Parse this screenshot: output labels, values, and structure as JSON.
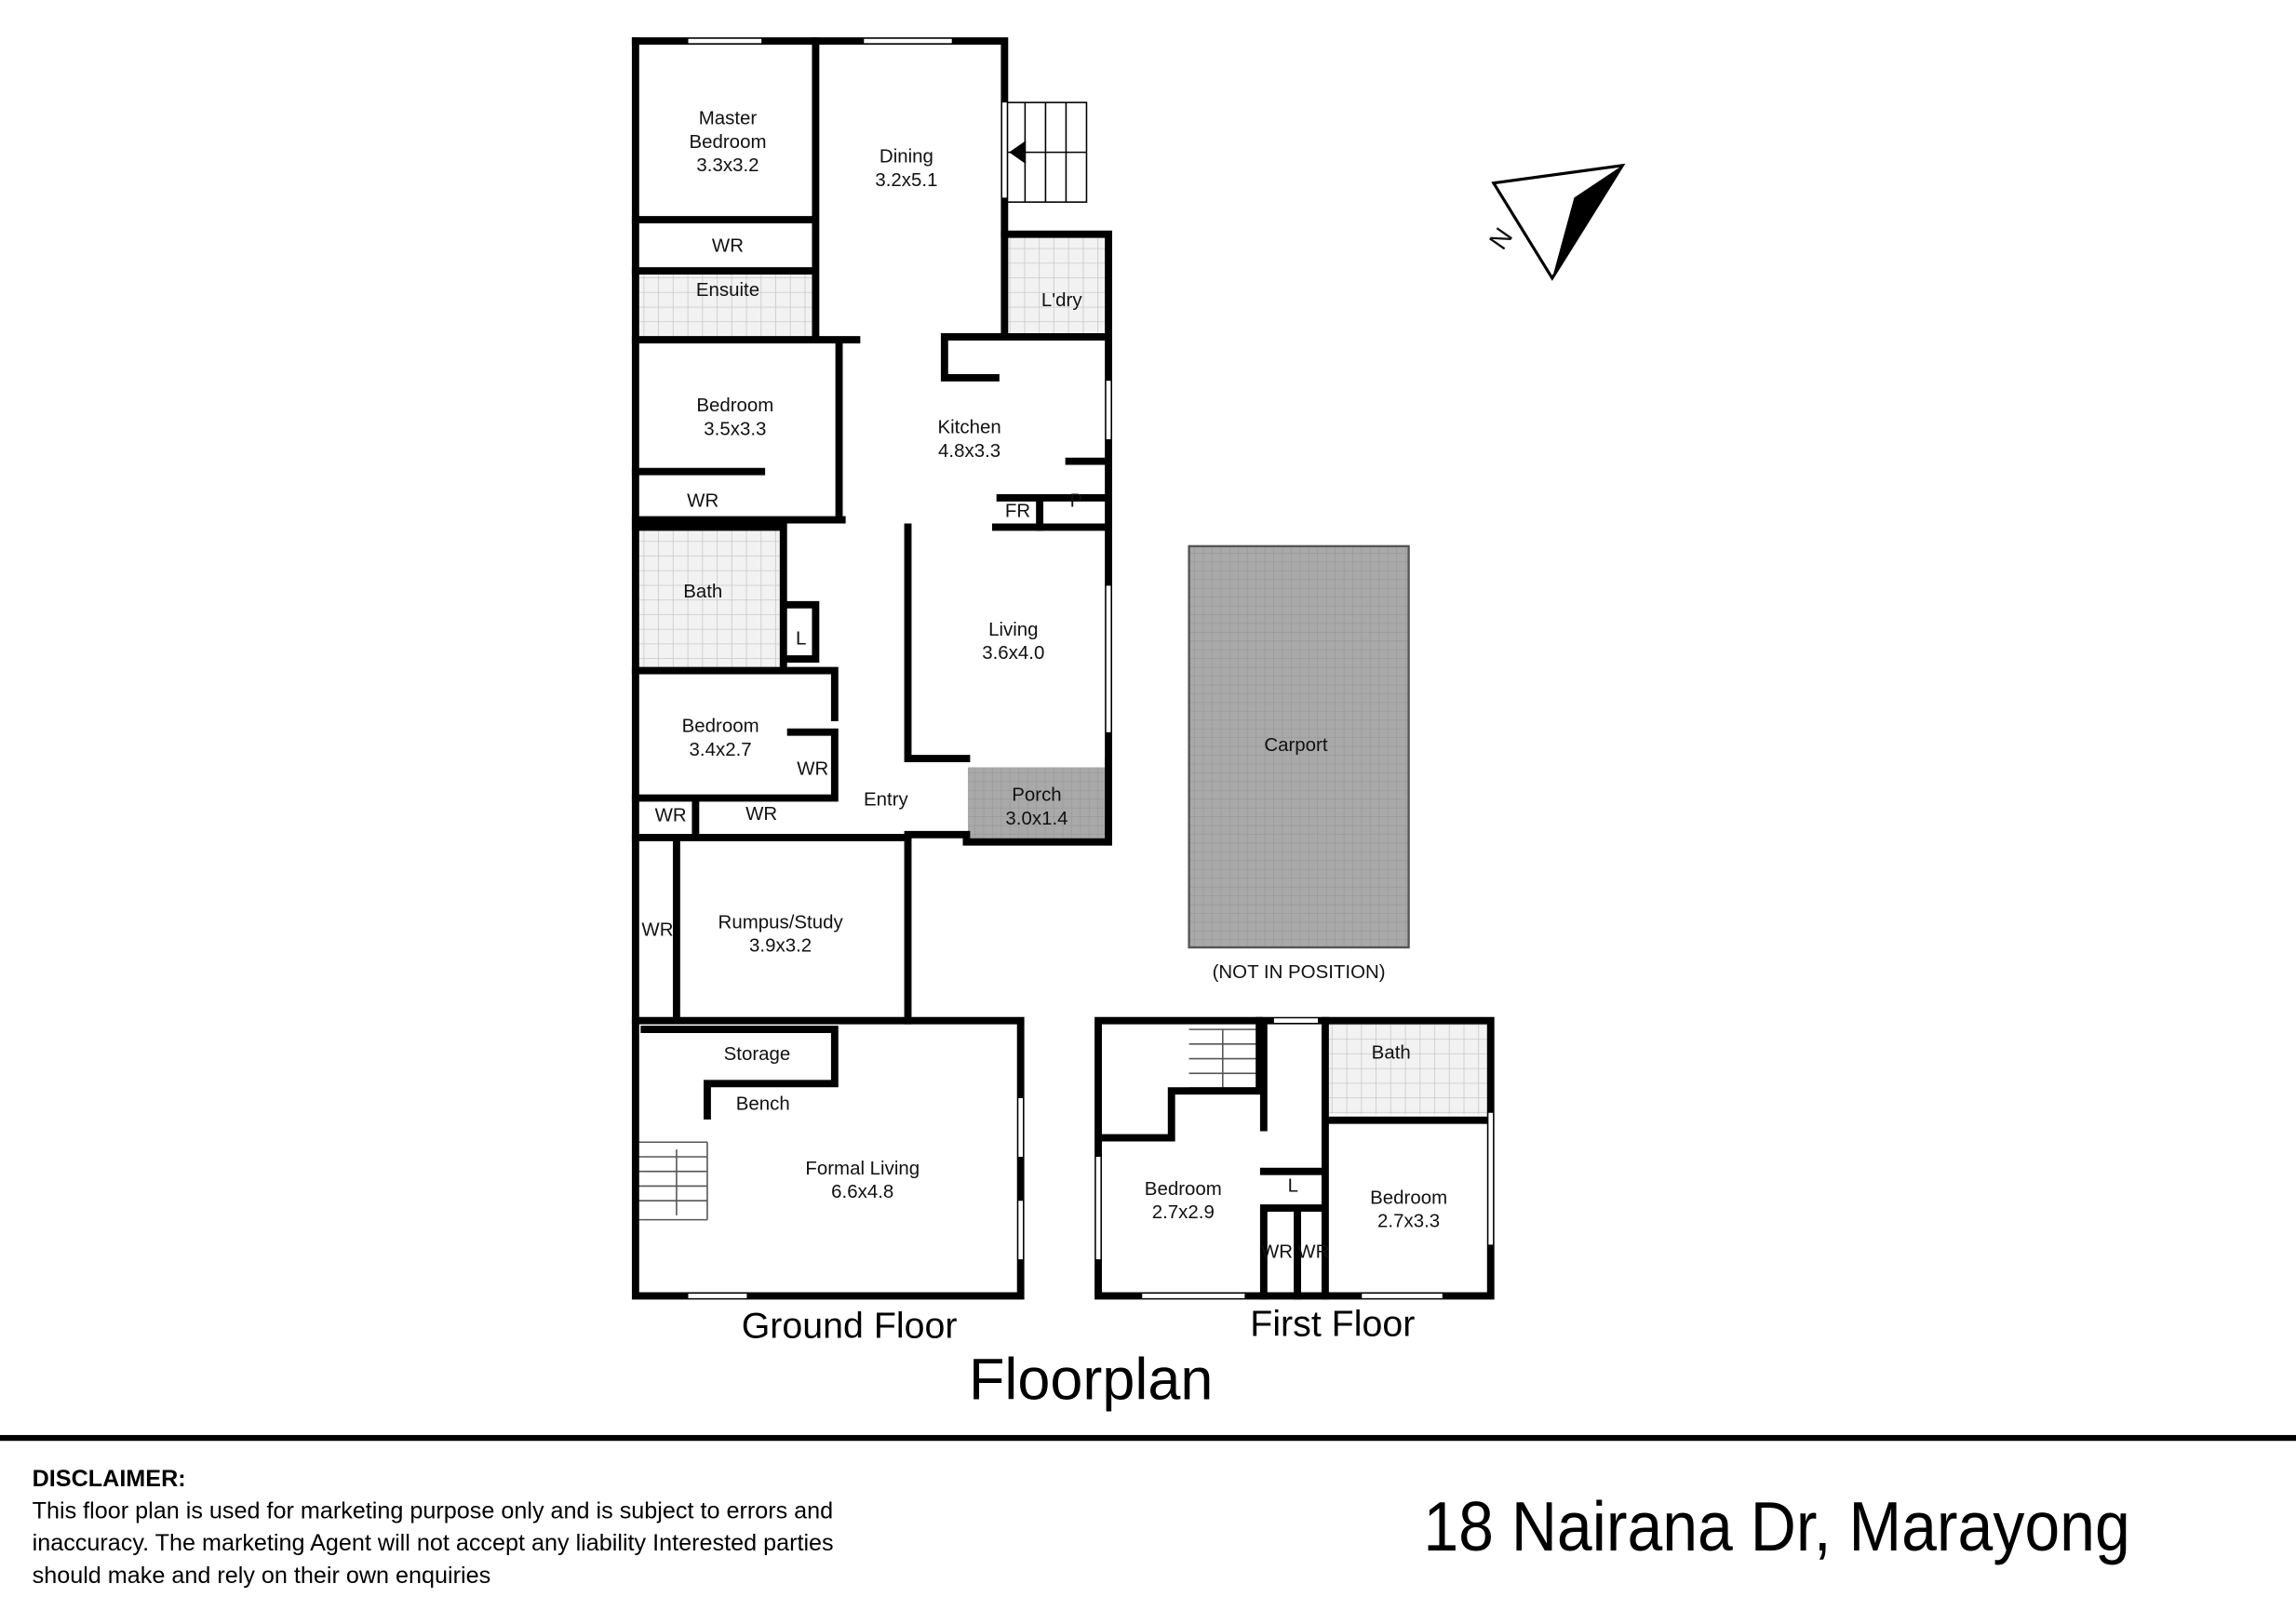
{
  "rooms": {
    "master_bedroom": {
      "name": "Master Bedroom",
      "dims": "3.3x3.2"
    },
    "dining": {
      "name": "Dining",
      "dims": "3.2x5.1"
    },
    "wr_master": {
      "name": "WR"
    },
    "ensuite": {
      "name": "Ensuite"
    },
    "laundry": {
      "name": "L'dry"
    },
    "bedroom_2": {
      "name": "Bedroom",
      "dims": "3.5x3.3"
    },
    "kitchen": {
      "name": "Kitchen",
      "dims": "4.8x3.3"
    },
    "wr_bed2": {
      "name": "WR"
    },
    "fridge": {
      "name": "FR"
    },
    "pantry": {
      "name": "P"
    },
    "bath": {
      "name": "Bath"
    },
    "linen": {
      "name": "L"
    },
    "living": {
      "name": "Living",
      "dims": "3.6x4.0"
    },
    "bedroom_3": {
      "name": "Bedroom",
      "dims": "3.4x2.7"
    },
    "wr_bed3a": {
      "name": "WR"
    },
    "wr_bed3b": {
      "name": "WR"
    },
    "wr_bed3c": {
      "name": "WR"
    },
    "entry": {
      "name": "Entry"
    },
    "porch": {
      "name": "Porch",
      "dims": "3.0x1.4"
    },
    "wr_rumpus": {
      "name": "WR"
    },
    "rumpus": {
      "name": "Rumpus/Study",
      "dims": "3.9x3.2"
    },
    "storage": {
      "name": "Storage"
    },
    "bench": {
      "name": "Bench"
    },
    "formal_living": {
      "name": "Formal Living",
      "dims": "6.6x4.8"
    },
    "carport": {
      "name": "Carport",
      "note": "(NOT IN POSITION)"
    },
    "ff_bath": {
      "name": "Bath"
    },
    "ff_bedroom_1": {
      "name": "Bedroom",
      "dims": "2.7x2.9"
    },
    "ff_linen": {
      "name": "L"
    },
    "ff_bedroom_2": {
      "name": "Bedroom",
      "dims": "2.7x3.3"
    },
    "ff_wr_1": {
      "name": "WR"
    },
    "ff_wr_2": {
      "name": "WR"
    }
  },
  "labels": {
    "ground_floor": "Ground Floor",
    "first_floor": "First Floor",
    "floorplan": "Floorplan",
    "north": "N"
  },
  "disclaimer": {
    "heading": "DISCLAIMER:",
    "lines": [
      "This floor plan is used for marketing purpose only and is subject to errors and",
      "inaccuracy. The marketing Agent will not accept any liability Interested parties",
      "should make and rely on their own enquiries"
    ]
  },
  "address": "18 Nairana Dr, Marayong",
  "colors": {
    "wall": "#000000",
    "tile": "#d9d9d9",
    "paving": "#a6a6a6"
  }
}
